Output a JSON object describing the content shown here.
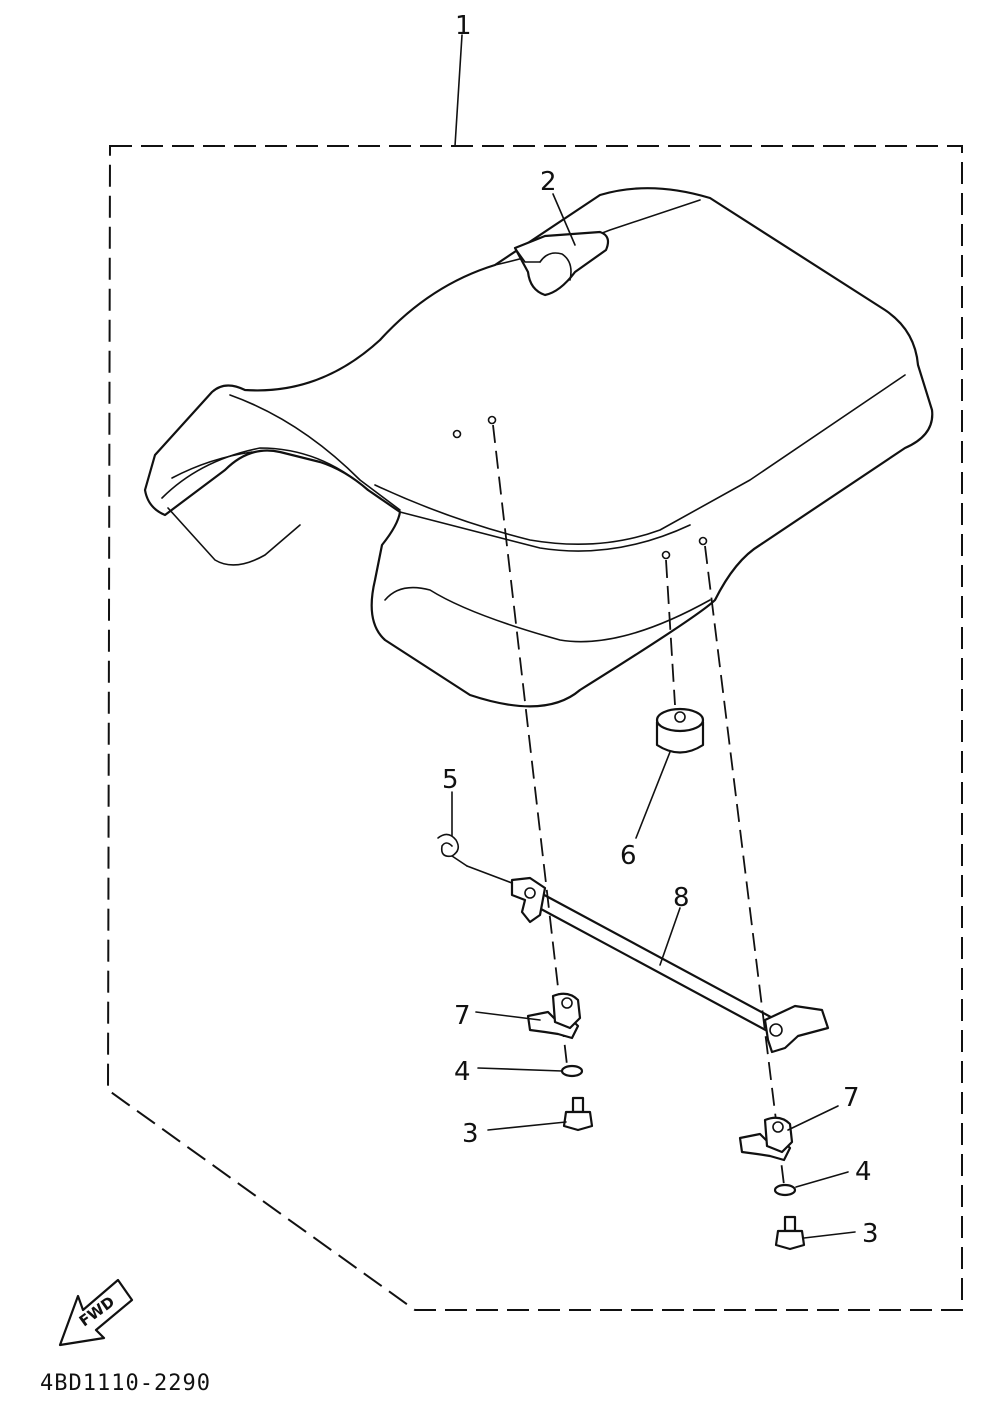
{
  "callouts": {
    "c1": "1",
    "c2": "2",
    "c3a": "3",
    "c3b": "3",
    "c4a": "4",
    "c4b": "4",
    "c5": "5",
    "c6": "6",
    "c7a": "7",
    "c7b": "7",
    "c8": "8"
  },
  "direction_label": "FWD",
  "diagram_code": "4BD1110-2290"
}
